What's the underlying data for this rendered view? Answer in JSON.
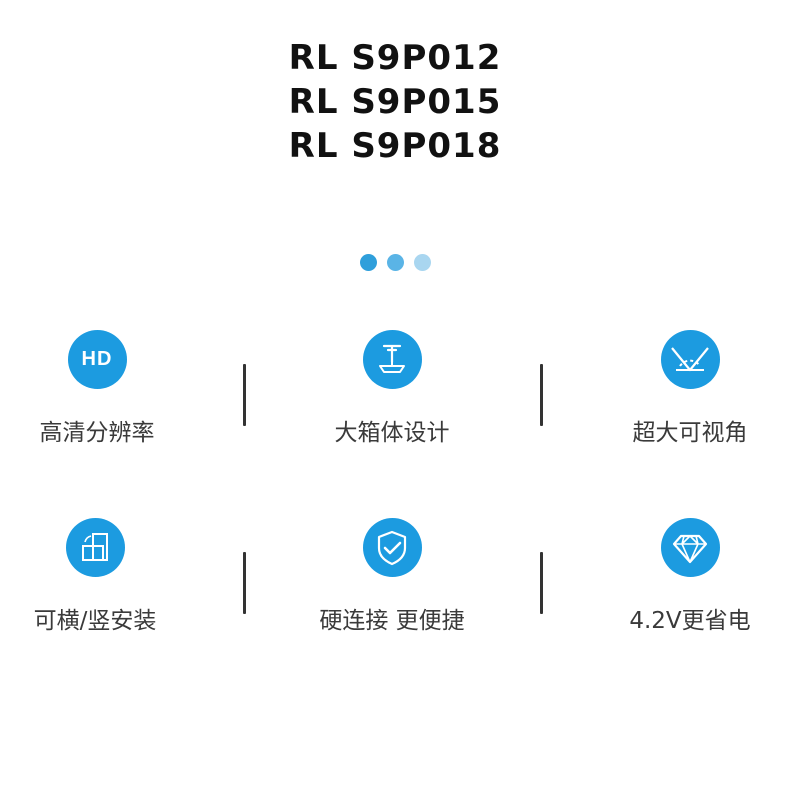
{
  "models": [
    "RL S9P012",
    "RL S9P015",
    "RL S9P018"
  ],
  "colors": {
    "accent": "#1c9be0",
    "dot_active": "#2f9fdb",
    "dot_mid": "#5ab4e6",
    "dot_light": "#a9d6f0",
    "divider": "#333333"
  },
  "carousel": {
    "dot_count": 3,
    "active_index": 0
  },
  "features": [
    {
      "label": "高清分辨率",
      "icon": "hd-icon",
      "icon_text": "HD"
    },
    {
      "label": "大箱体设计",
      "icon": "stand-design-icon"
    },
    {
      "label": "超大可视角",
      "icon": "viewing-angle-icon"
    },
    {
      "label": "可横/竖安装",
      "icon": "rotate-install-icon"
    },
    {
      "label": "硬连接 更便捷",
      "icon": "shield-check-icon"
    },
    {
      "label": "4.2V更省电",
      "icon": "diamond-icon"
    }
  ]
}
